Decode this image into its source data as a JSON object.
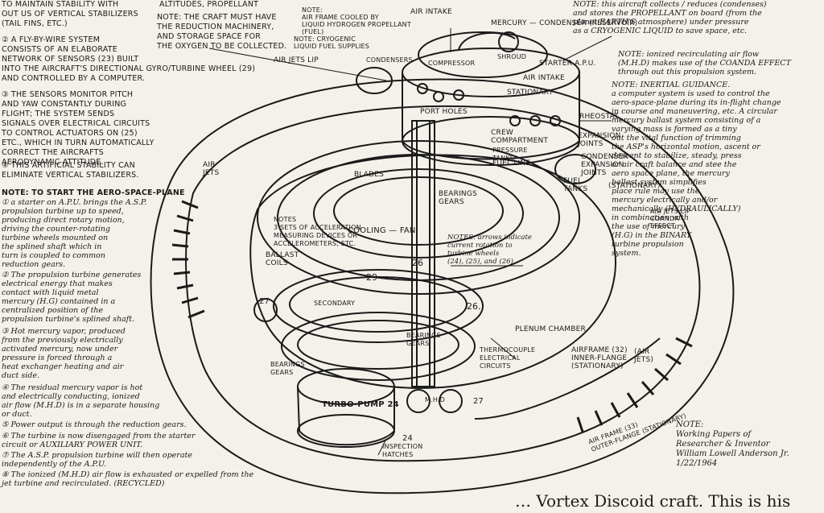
{
  "left_notes": {
    "n_top": "TO MAINTAIN STABILITY WITH\nOUT US OF VERTICAL STABILIZERS\n(TAIL FINS, ETC.)",
    "n2": "② A FLY-BY-WIRE SYSTEM\nCONSISTS OF AN ELABORATE\nNETWORK OF SENSORS (23) BUILT\nINTO THE AIRCRAFT'S DIRECTIONAL GYRO/TURBINE WHEEL (29)\nAND CONTROLLED BY A COMPUTER.",
    "n3": "③ THE SENSORS MONITOR PITCH\nAND YAW CONSTANTLY DURING\nFLIGHT; THE SYSTEM SENDS\nSIGNALS OVER ELECTRICAL CIRCUITS\nTO CONTROL ACTUATORS ON (25)\nETC., WHICH IN TURN AUTOMATICALLY\nCORRECT THE AIRCRAFTS\nAERODYNAMIC ATTITUDE.",
    "n4": "④ THIS ARTIFICIAL STABILITY CAN\nELIMINATE VERTICAL STABILIZERS.",
    "start_title": "NOTE: TO START the AERO-SPACE-PLANE",
    "start_1": "① a starter on A.P.U. brings the A.S.P.\npropulsion turbine up to speed,\nproducing direct rotary motion,\ndriving the counter-rotating\nturbine wheels mounted on\nthe splined shaft which in\nturn is coupled to common\nreduction gears.",
    "start_2": "② The propulsion turbine generates\nelectrical energy that makes\ncontact with liquid metal\nmercury (H.G) contained in a\ncentralized position of the\npropulsion turbine's splined shaft.",
    "start_3": "③ Hot mercury vapor, produced\nfrom the previously electrically\nactivated mercury, now under\npressure is forced through a\nheat exchanger heating and air\nduct side.",
    "start_4": "④ The residual mercury vapor is hot\nand electrically conducting, ionized\nair flow (M.H.D) is in a separate housing\nor duct.",
    "start_5": "⑤ Power output is through the reduction gears.",
    "start_6": "⑥ The turbine is now disengaged from the starter\ncircuit or AUXILIARY POWER UNIT.",
    "start_7": "⑦ The A.S.P. propulsion turbine will then operate\nindependently of the A.P.U.",
    "start_8": "⑧ The ionized (M.H.D) air flow is exhausted or expelled from the\njet turbine and recirculated. (RECYCLED)"
  },
  "top_notes": {
    "alt": "ALTITUDES, PROPELLANT",
    "craft": "NOTE: THE CRAFT MUST HAVE\nTHE REDUCTION MACHINERY,\nAND STORAGE SPACE FOR\nTHE OXYGEN TO BE COLLECTED.",
    "frame_cooled": "NOTE:\nAIR FRAME COOLED BY\nLIQUID HYDROGEN PROPELLANT\n(FUEL)",
    "cryogenic": "NOTE: CRYOGENIC\nLIQUID FUEL SUPPLIES",
    "cond": "CONDENSERS"
  },
  "right_notes": {
    "top": "NOTE: this aircraft collects / reduces (condenses)\nand stores the PROPELLANT on board (from the\nplanet EARTH'S atmosphere) under pressure\nas a CRYOGENIC LIQUID to save space, etc.",
    "mhd": "NOTE: ionized recirculating air flow\n(M.H.D) makes use of the COANDA EFFECT\nthrough out this propulsion system.",
    "inertial": "NOTE: INERTIAL GUIDANCE.\na computer system is used to control the\naero-space-plane during its in-flight change\nin course and maneuvering, etc. A circular\nmercury ballast system consisting of a\nvarying mass is formed as a tiny\nout the vital function of trimming\nthe ASP's horizontal motion, ascent or\ndescent to stabilize, steady, press\nor air craft balance and stee the\naero space plane, the mercury\nballast system simplifies\nplace rule may use the\nmercury electrically and/or\nmechanically (HYDRAULICALLY)\nin combination with\nthe use of mercury\n(H.G) in the BINARY\nturbine propulsion\nsystem.",
    "airjets": "AIR JETS LIP\nCOANDA\nEFFECT"
  },
  "labels": {
    "air_intake_1": "AIR INTAKE",
    "air_intake_2": "AIR INTAKE",
    "mercury_condenser": "MERCURY — CONDENSER (RESERVOIR)",
    "starter_apu": "STARTER A.P.U.",
    "shroud": "SHROUD",
    "compressor": "COMPRESSOR",
    "port_holes": "PORT HOLES",
    "crew_compartment": "CREW\nCOMPARTMENT",
    "stationary": "STATIONARY",
    "fuel_line": "FUEL LINE",
    "pressure_tanks": "PRESSURE\nTANKS",
    "rheostat": "RHEOSTAT",
    "expansion_joints": "EXPANSION\nJOINTS",
    "condenser": "CONDENSER\nEXPANSION\nJOINTS",
    "fuel_tanks": "FUEL\nTANKS",
    "stationary2": "(STATIONARY)",
    "air_jets_lip": "AIR JETS LIP",
    "air_jets_left": "AIR\nJets",
    "blades": "BLADES",
    "bearings_gears": "BEARINGS\nGEARS",
    "cooling_fan": "COOLING — FAN",
    "arrows_note": "NOTES: arrows indicate\ncurrent rotation to\nturbine wheels\n(24), (25), and (26).",
    "accel_note": "NOTES\n3 SETS OF ACCELERATION\nMEASURING DEVICES OR\nACCELEROMETERS, ETC.",
    "ballast_coils": "BALLAST\nCOILS",
    "plenum": "PLENUM CHAMBER",
    "airframe_inner": "AIRFRAME (32)\nINNER-FLANGE\n(STATIONARY)",
    "air_jets_right": "(AIR\nJets)",
    "thermocouple": "THERMOCOUPLE\nELECTRICAL\nCIRCUITS",
    "bearings_gears2": "BEARINGS\nGEARS",
    "secondary": "SECONDARY",
    "turbo_pump": "TURBO-PUMP 24",
    "inspection": "INSPECTION\nHATCHES",
    "bearings3": "BEARINGS\nGEARS",
    "mhd_box": "M.H.D",
    "num_26": "26",
    "num_26b": "26.",
    "num_29": "29",
    "num_27": "27",
    "num_27b": "27",
    "num_24": "24",
    "airframe_outer": "AIR FRAME (33)\nOUTER-FLANGE (STATIONARY)",
    "working_papers": "NOTE:\nWorking Papers of\nResearcher & Inventor\nWilliam Lowell Anderson Jr.\n1/22/1964"
  },
  "caption": "… Vortex Discoid craft. This is his"
}
